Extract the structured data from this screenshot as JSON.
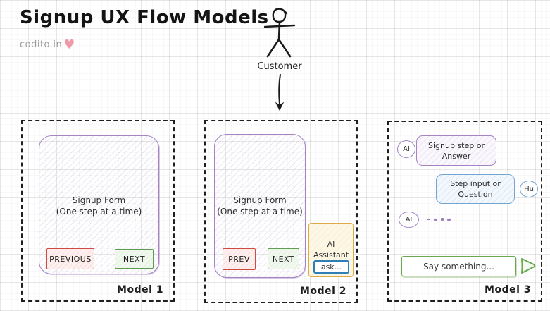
{
  "header": {
    "title": "Signup UX Flow Models",
    "brand": "codito.in",
    "heart": "♥"
  },
  "actor": {
    "label": "Customer"
  },
  "model1": {
    "label": "Model 1",
    "form_title": "Signup Form",
    "form_subtitle": "(One step at a time)",
    "prev_button": "PREVIOUS",
    "next_button": "NEXT"
  },
  "model2": {
    "label": "Model 2",
    "form_title": "Signup Form",
    "form_subtitle": "(One step at a time)",
    "prev_button": "PREV",
    "next_button": "NEXT",
    "assistant": {
      "title_line1": "AI",
      "title_line2": "Assistant",
      "input_placeholder": "ask..."
    }
  },
  "model3": {
    "label": "Model 3",
    "ai_badge": "AI",
    "hu_badge": "Hu",
    "ai_bubble": "Signup step or Answer",
    "hu_bubble": "Step input or Question",
    "chat_input_placeholder": "Say something..."
  },
  "colors": {
    "purple": "#a583c4",
    "red": "#cf4b42",
    "green": "#5f9e52",
    "blue_strong": "#2e7fb5",
    "blue_light": "#74a3d4",
    "yellow": "#ddab45",
    "heart_pink": "#ef9aa8",
    "ink": "#1f1f1f"
  }
}
